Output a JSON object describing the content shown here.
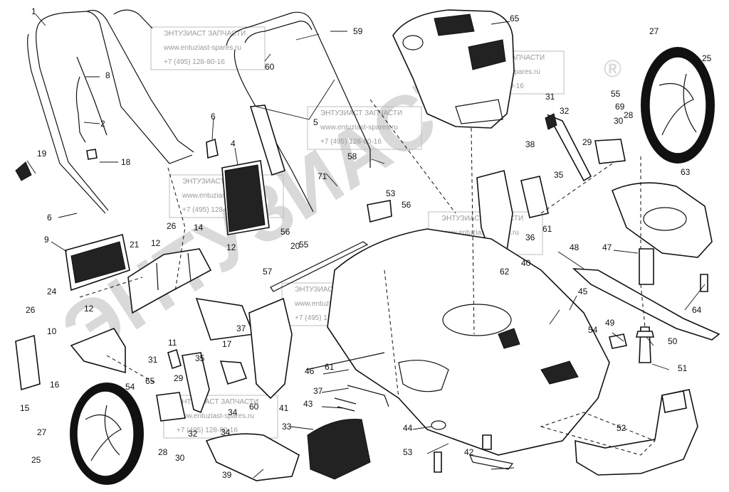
{
  "watermark": {
    "brand": "ЭНТУЗИАСТ",
    "company": "ЭНТУЗИАСТ ЗАПЧАСТИ",
    "site": "www.entuziast-spares.ru",
    "phone": "+7 (495) 128-80-16",
    "registered_mark": "®"
  },
  "callouts": [
    "1",
    "2",
    "4",
    "5",
    "6",
    "6",
    "8",
    "9",
    "10",
    "11",
    "12",
    "12",
    "12",
    "14",
    "15",
    "16",
    "17",
    "18",
    "19",
    "20",
    "21",
    "24",
    "25",
    "25",
    "26",
    "26",
    "27",
    "27",
    "28",
    "28",
    "29",
    "29",
    "30",
    "30",
    "31",
    "31",
    "32",
    "32",
    "33",
    "34",
    "34",
    "35",
    "35",
    "36",
    "37",
    "37",
    "38",
    "39",
    "40",
    "41",
    "42",
    "43",
    "44",
    "45",
    "46",
    "47",
    "48",
    "49",
    "50",
    "51",
    "52",
    "53",
    "53",
    "54",
    "54",
    "55",
    "55",
    "56",
    "56",
    "57",
    "58",
    "59",
    "60",
    "60",
    "61",
    "61",
    "62",
    "63",
    "64",
    "65",
    "65",
    "69",
    "71"
  ]
}
